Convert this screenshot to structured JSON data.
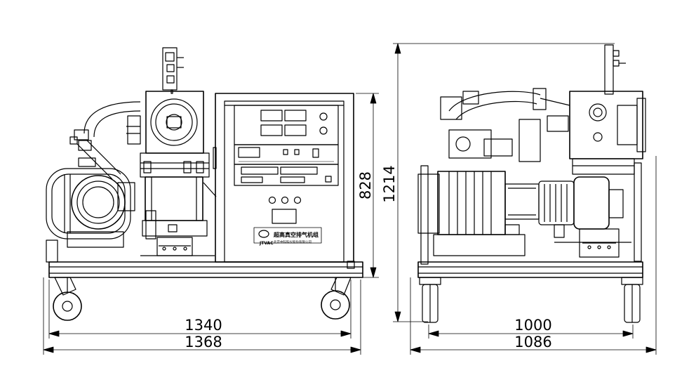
{
  "dimensions": {
    "front_width_inner": "1340",
    "front_width_outer": "1368",
    "front_height_cabinet": "828",
    "total_height": "1214",
    "side_width_inner": "1000",
    "side_width_outer": "1086"
  },
  "panel": {
    "logo_text": "JTVAC",
    "name_plate": "超高真空排气机组",
    "company_line": "北京中科科仪股份有限公司"
  },
  "colors": {
    "line": "#000000",
    "background": "#ffffff"
  }
}
